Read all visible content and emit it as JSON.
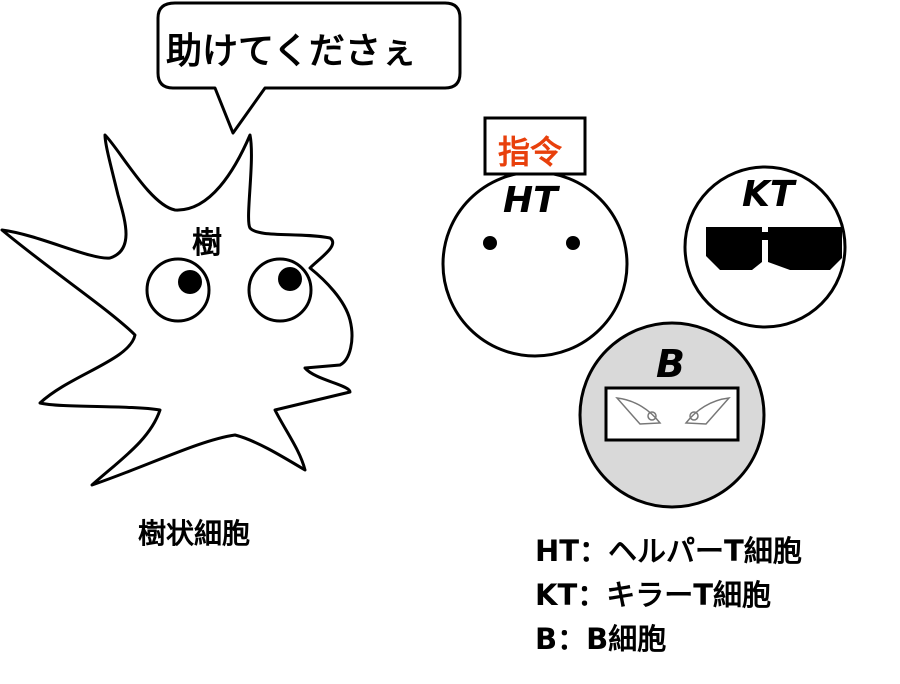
{
  "speech_bubble": {
    "text": "助けてくださぇ"
  },
  "dendritic_cell": {
    "face_label": "樹",
    "caption": "樹状細胞"
  },
  "helper_t": {
    "label": "HT",
    "command_label": "指令",
    "command_color": "#e8400c"
  },
  "killer_t": {
    "label": "KT"
  },
  "b_cell": {
    "label": "B",
    "fill": "#d9d9d9"
  },
  "legend": [
    {
      "text": "HT：ヘルパーT細胞"
    },
    {
      "text": "KT：キラーT細胞"
    },
    {
      "text": "B：B細胞"
    }
  ]
}
